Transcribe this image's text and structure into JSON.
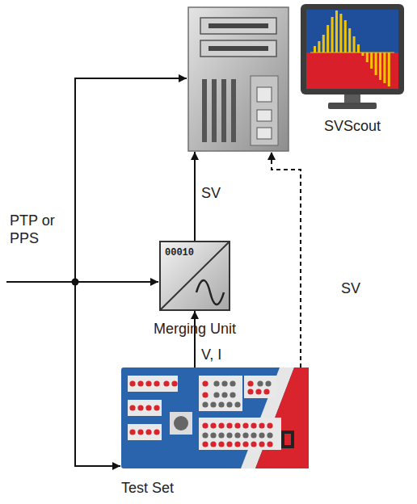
{
  "diagram": {
    "nodes": [
      {
        "text": [
          "SVScout"
        ]
      },
      {
        "text": [
          "00010",
          "Merging Unit"
        ]
      },
      {
        "text": [
          "Test Set"
        ]
      }
    ],
    "edges": [
      {
        "from": 1,
        "to": 0,
        "arrow": "to",
        "label": "SV"
      },
      {
        "from": 2,
        "to": 1,
        "arrow": "to",
        "label": "V, I"
      },
      {
        "from": 2,
        "to": 0,
        "arrow": "to",
        "label": "SV"
      }
    ],
    "labels": [
      "PTP or PPS"
    ]
  }
}
